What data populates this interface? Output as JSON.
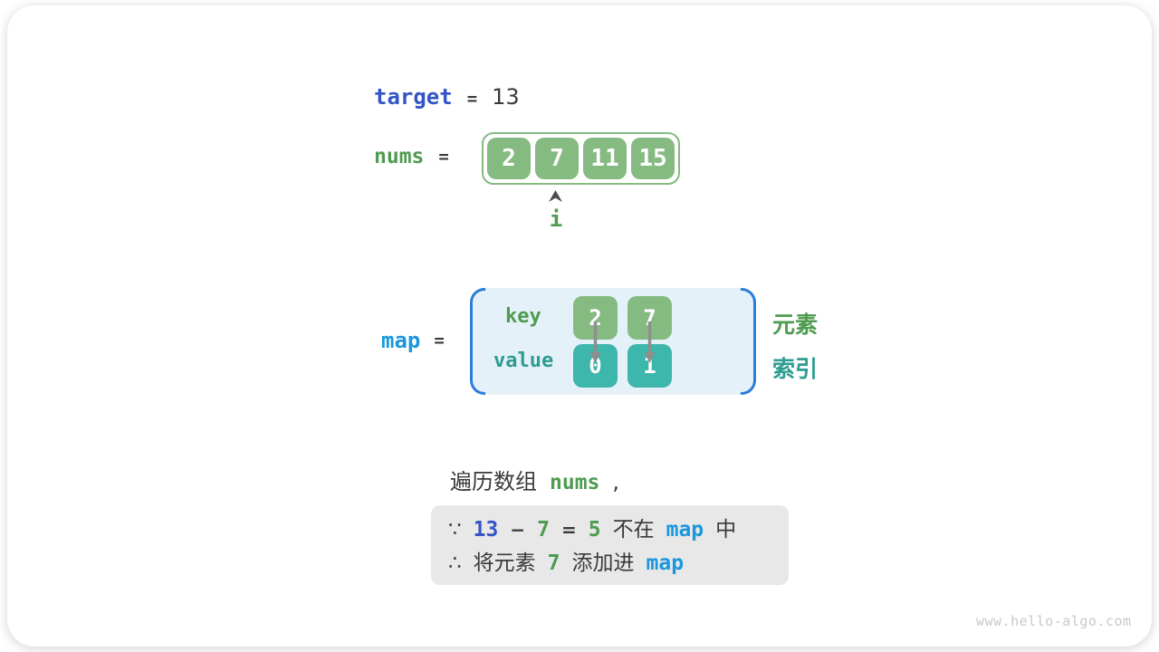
{
  "target_row": {
    "label": "target",
    "equals": "=",
    "value": "13"
  },
  "nums_row": {
    "label": "nums",
    "equals": "=",
    "cells": [
      "2",
      "7",
      "11",
      "15"
    ],
    "pointer_label": "i"
  },
  "map_row": {
    "label": "map",
    "equals": "=",
    "key_label": "key",
    "value_label": "value",
    "keys": [
      "2",
      "7"
    ],
    "values": [
      "0",
      "1"
    ],
    "element_label": "元素",
    "index_label": "索引"
  },
  "caption": {
    "prefix": "遍历数组",
    "code": "nums",
    "suffix": ","
  },
  "note_box": {
    "line1": [
      "∵",
      "13",
      "−",
      "7",
      "=",
      "5",
      "不在",
      "map",
      "中"
    ],
    "line2": [
      "∴",
      "将元素",
      "7",
      "添加进",
      "map"
    ]
  },
  "watermark": "www.hello-algo.com",
  "colors": {
    "royal_blue": "#3355C8",
    "cyan_blue": "#1B97DC",
    "green": "#4E9B51",
    "teal": "#2E9C90",
    "green_box": "#85BA81",
    "teal_box": "#3DB6AB",
    "map_bg": "#E4F1F9",
    "bracket_blue": "#2C7DDB",
    "dark": "#3A3A3A",
    "note_bg": "#E8E8E8",
    "arrow_gray": "#8E8E8E",
    "watermark_gray": "#C9C9C9",
    "card_bg": "#FFFFFF"
  }
}
